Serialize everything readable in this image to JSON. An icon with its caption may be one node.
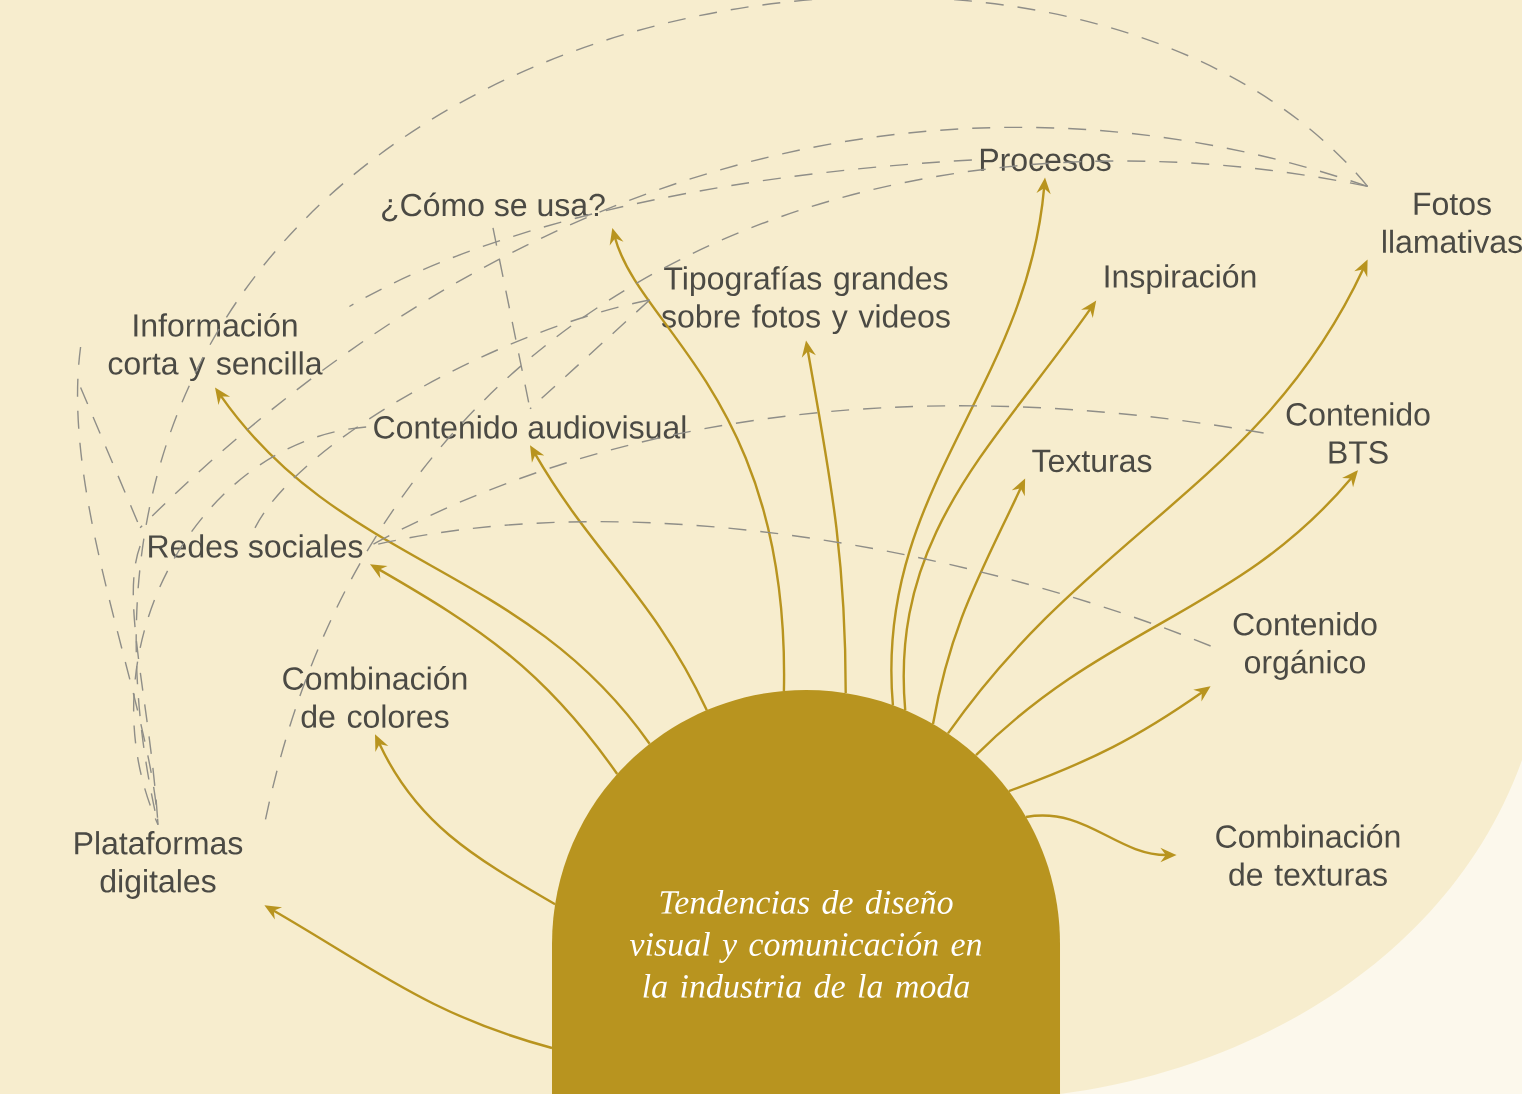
{
  "diagram": {
    "nodes": [
      {
        "text": [
          "Tendencias de diseño visual y comunicación en la industria de la moda"
        ]
      },
      {
        "text": [
          "Plataformas digitales"
        ]
      },
      {
        "text": [
          "Combinación de colores"
        ]
      },
      {
        "text": [
          "Redes sociales"
        ]
      },
      {
        "text": [
          "Información corta y sencilla"
        ]
      },
      {
        "text": [
          "Contenido audiovisual"
        ]
      },
      {
        "text": [
          "¿Cómo se usa?"
        ]
      },
      {
        "text": [
          "Tipografías grandes sobre fotos y videos"
        ]
      },
      {
        "text": [
          "Procesos"
        ]
      },
      {
        "text": [
          "Inspiración"
        ]
      },
      {
        "text": [
          "Texturas"
        ]
      },
      {
        "text": [
          "Fotos llamativas"
        ]
      },
      {
        "text": [
          "Contenido BTS"
        ]
      },
      {
        "text": [
          "Contenido orgánico"
        ]
      },
      {
        "text": [
          "Combinación de texturas"
        ]
      }
    ],
    "edges": [
      {
        "from": 0,
        "to": 1,
        "arrow": "to"
      },
      {
        "from": 0,
        "to": 2,
        "arrow": "to"
      },
      {
        "from": 0,
        "to": 3,
        "arrow": "to"
      },
      {
        "from": 0,
        "to": 4,
        "arrow": "to"
      },
      {
        "from": 0,
        "to": 5,
        "arrow": "to"
      },
      {
        "from": 0,
        "to": 6,
        "arrow": "to"
      },
      {
        "from": 0,
        "to": 7,
        "arrow": "to"
      },
      {
        "from": 0,
        "to": 8,
        "arrow": "to"
      },
      {
        "from": 0,
        "to": 9,
        "arrow": "to"
      },
      {
        "from": 0,
        "to": 10,
        "arrow": "to"
      },
      {
        "from": 0,
        "to": 11,
        "arrow": "to"
      },
      {
        "from": 0,
        "to": 12,
        "arrow": "to"
      },
      {
        "from": 0,
        "to": 13,
        "arrow": "to"
      },
      {
        "from": 0,
        "to": 14,
        "arrow": "to"
      },
      {
        "from": 11,
        "to": 1,
        "arrow": "none",
        "style": "dashed",
        "color": "#8f8e88"
      },
      {
        "from": 11,
        "to": 3,
        "arrow": "none",
        "style": "dashed",
        "color": "#8f8e88"
      },
      {
        "from": 11,
        "to": 1,
        "arrow": "none",
        "style": "dashed",
        "color": "#8f8e88"
      },
      {
        "from": 8,
        "to": 4,
        "arrow": "none",
        "style": "dashed",
        "color": "#8f8e88"
      },
      {
        "from": 6,
        "to": 5,
        "arrow": "none",
        "style": "dashed",
        "color": "#8f8e88"
      },
      {
        "from": 7,
        "to": 5,
        "arrow": "none",
        "style": "dashed",
        "color": "#8f8e88"
      },
      {
        "from": 7,
        "to": 3,
        "arrow": "none",
        "style": "dashed",
        "color": "#8f8e88"
      },
      {
        "from": 4,
        "to": 3,
        "arrow": "none",
        "style": "dashed",
        "color": "#8f8e88"
      },
      {
        "from": 4,
        "to": 1,
        "arrow": "none",
        "style": "dashed",
        "color": "#8f8e88"
      },
      {
        "from": 3,
        "to": 1,
        "arrow": "none",
        "style": "dashed",
        "color": "#8f8e88"
      },
      {
        "from": 5,
        "to": 1,
        "arrow": "none",
        "style": "dashed",
        "color": "#8f8e88"
      },
      {
        "from": 12,
        "to": 3,
        "arrow": "none",
        "style": "dashed",
        "color": "#8f8e88"
      },
      {
        "from": 13,
        "to": 3,
        "arrow": "none",
        "style": "dashed",
        "color": "#8f8e88"
      }
    ]
  }
}
